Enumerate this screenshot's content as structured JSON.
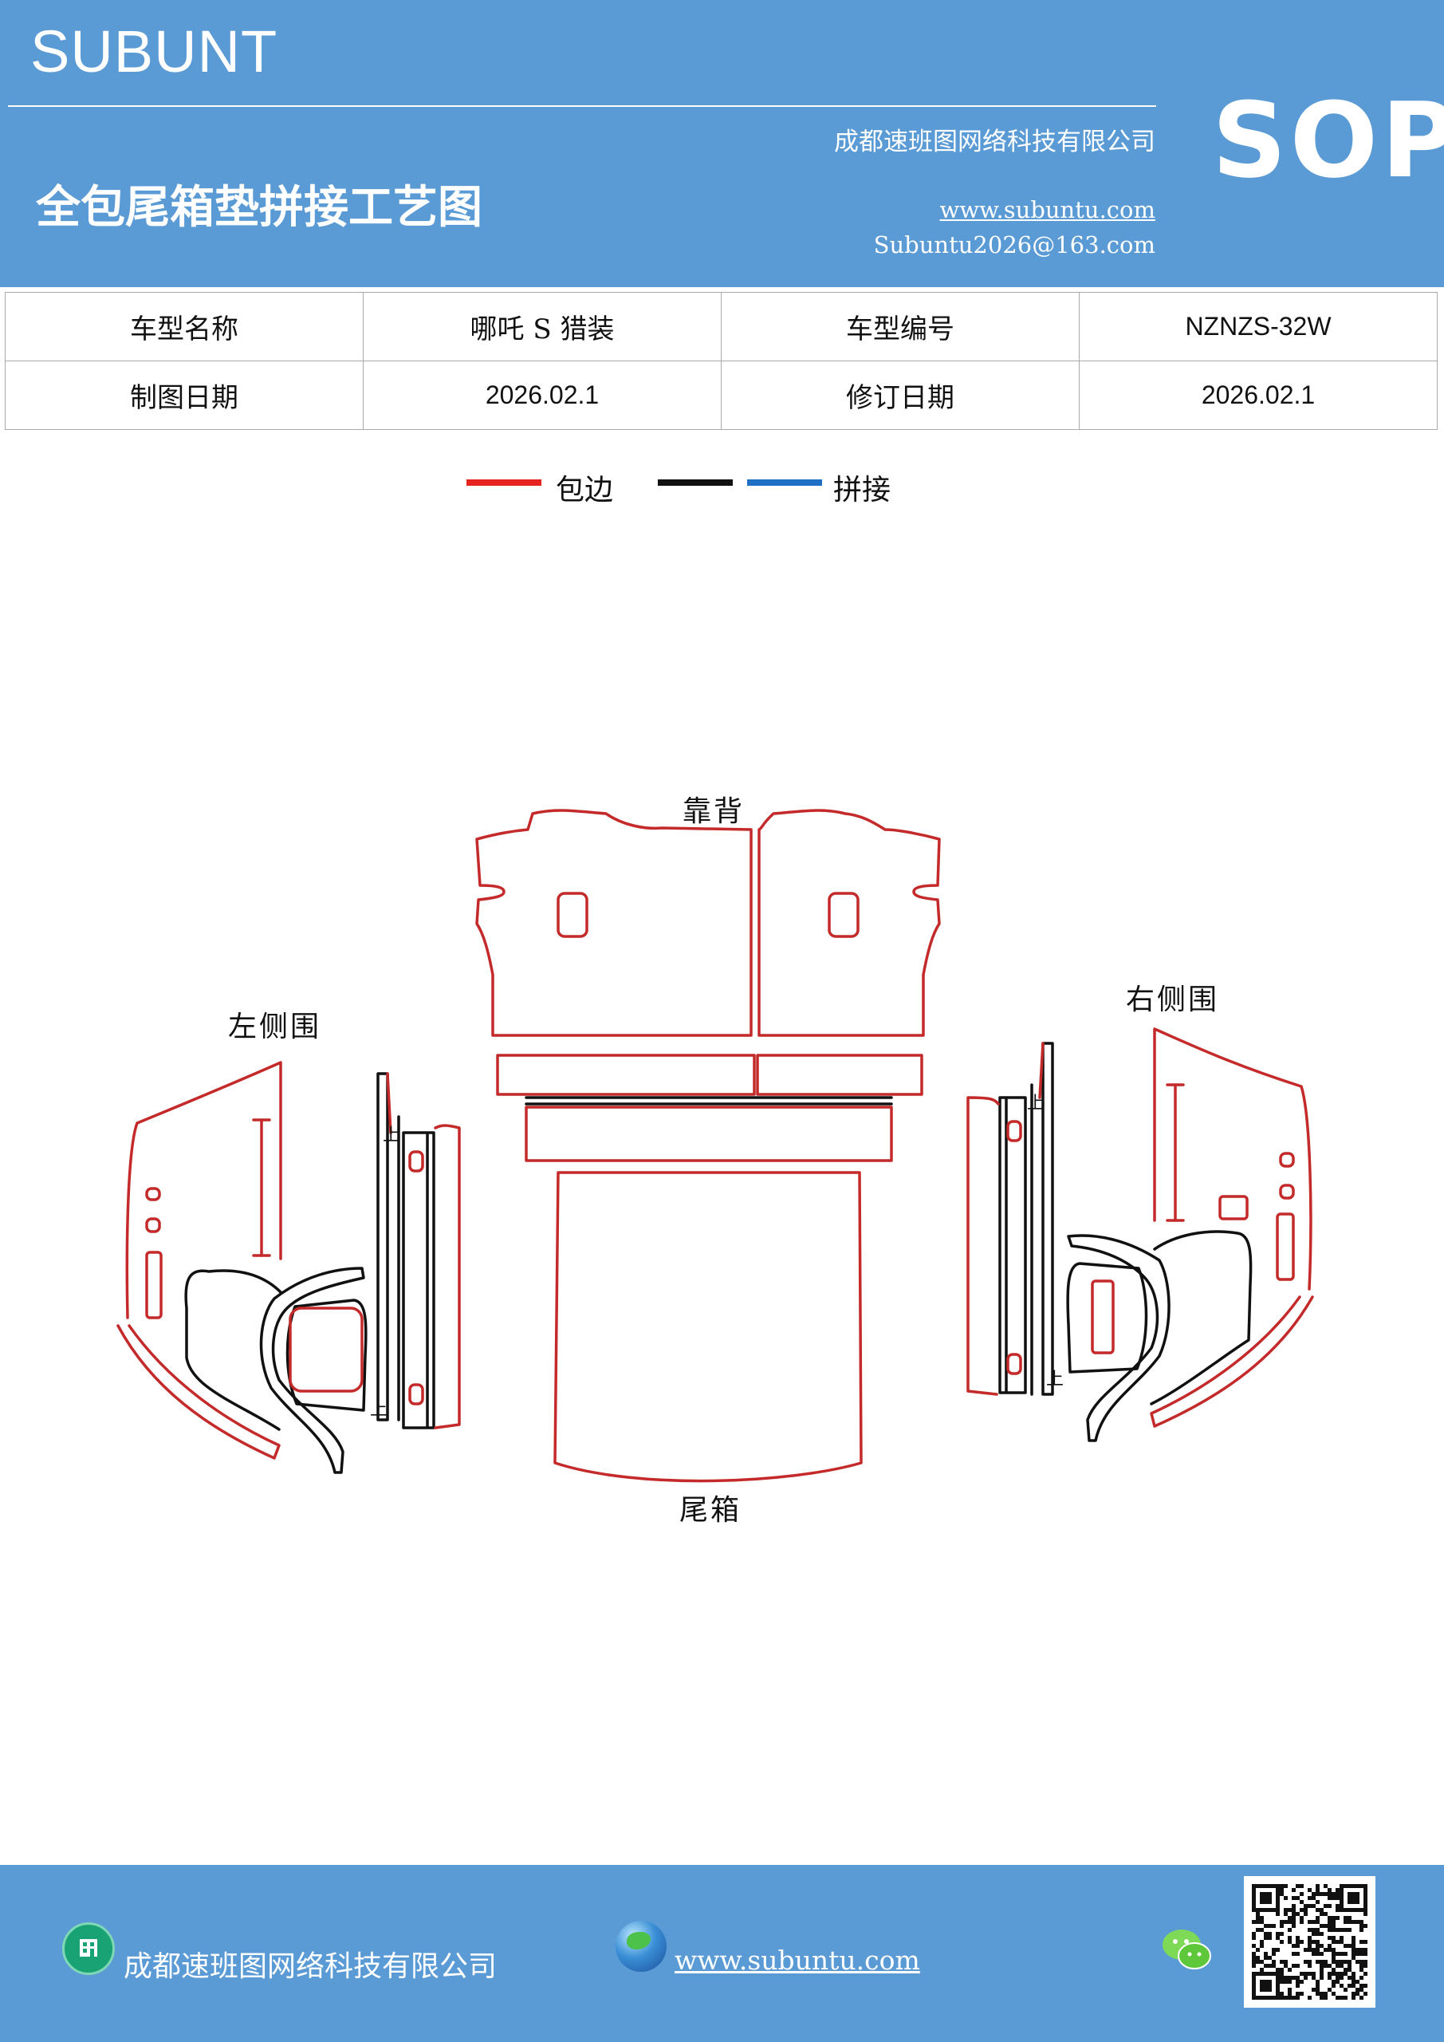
{
  "header": {
    "brand": "SUBUNT",
    "company": "成都速班图网络科技有限公司",
    "title": "全包尾箱垫拼接工艺图",
    "website": "www.subuntu.com",
    "email": "Subuntu2026@163.com",
    "badge": "SOP"
  },
  "info_table": {
    "rows": [
      [
        "车型名称",
        "哪吒 S 猎装",
        "车型编号",
        "NZNZS-32W"
      ],
      [
        "制图日期",
        "2026.02.1",
        "修订日期",
        "2026.02.1"
      ]
    ]
  },
  "legend": {
    "items": [
      {
        "label": "包边",
        "color": "#e52421"
      },
      {
        "label": "",
        "color": "#111111"
      },
      {
        "label": "拼接",
        "color": "#1f6fc4"
      }
    ]
  },
  "diagram": {
    "labels": {
      "backrest": "靠背",
      "left_side": "左侧围",
      "right_side": "右侧围",
      "trunk": "尾箱"
    },
    "marks": {
      "up_mark": "上"
    },
    "colors": {
      "edge": "#c42a2a",
      "seam": "#111111"
    }
  },
  "footer": {
    "company": "成都速班图网络科技有限公司",
    "website": "www.subuntu.com"
  },
  "icons": [
    "building-icon",
    "globe-icon",
    "wechat-icon",
    "qr-code"
  ],
  "colors": {
    "band": "#5b9bd5"
  }
}
